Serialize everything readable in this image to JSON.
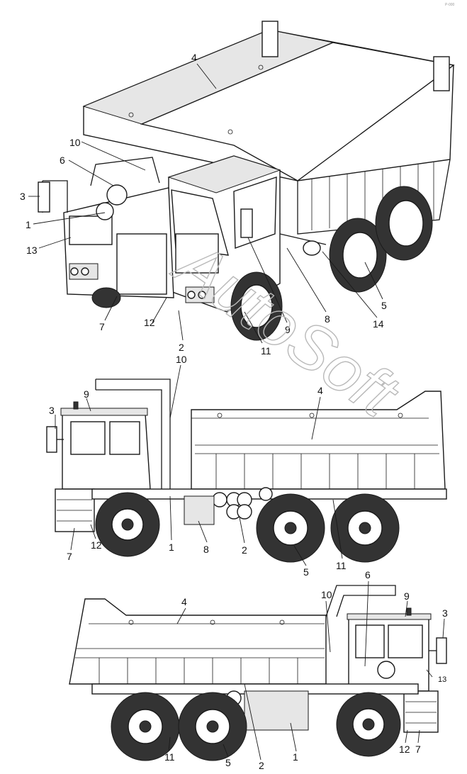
{
  "watermark": "AutoSoft",
  "corner_mark": "P-000",
  "views": {
    "isometric": {
      "callouts": [
        "4",
        "10",
        "6",
        "3",
        "1",
        "13",
        "7",
        "12",
        "2",
        "9",
        "8",
        "14",
        "5",
        "11"
      ]
    },
    "side_left": {
      "callouts": [
        "10",
        "9",
        "3",
        "4",
        "7",
        "12",
        "1",
        "8",
        "2",
        "5",
        "11"
      ]
    },
    "side_right": {
      "callouts": [
        "4",
        "10",
        "6",
        "9",
        "3",
        "13",
        "11",
        "5",
        "2",
        "1",
        "12",
        "7"
      ]
    }
  }
}
